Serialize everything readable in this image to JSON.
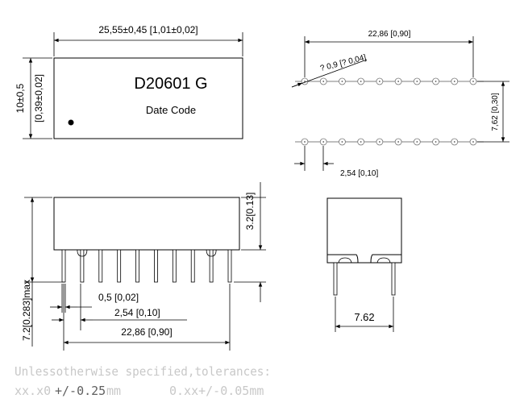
{
  "top_view": {
    "length_dim": "25,55±0,45 [1,01±0,02]",
    "height_dim": "10±0,5",
    "height_dim_inch": "[0,39±0,02]",
    "part_number": "D20601  G",
    "date_code": "Date Code"
  },
  "pin_layout": {
    "span_dim": "22,86 [0,90]",
    "hole_dim": "? 0,9 [? 0,04]",
    "row_spacing_dim": "7,62 [0,30]",
    "pitch_dim": "2,54 [0,10]",
    "pins_per_row": 10
  },
  "side_view": {
    "body_height_dim": "3.2[0.13]",
    "overall_height_dim": "7.2[0.283]max",
    "pin_width_dim": "0,5 [0,02]",
    "pitch_dim": "2,54 [0,10]",
    "span_dim": "22,86 [0,90]",
    "pin_count": 10
  },
  "end_view": {
    "row_spacing_dim": "7.62"
  },
  "tolerance_note": {
    "line1": "Unlessotherwise specified,tolerances:",
    "line2_a": "xx.x0",
    "line2_b": "+/-0.25",
    "line2_c": "mm",
    "line2_d": "0.xx+/-0.05mm"
  }
}
